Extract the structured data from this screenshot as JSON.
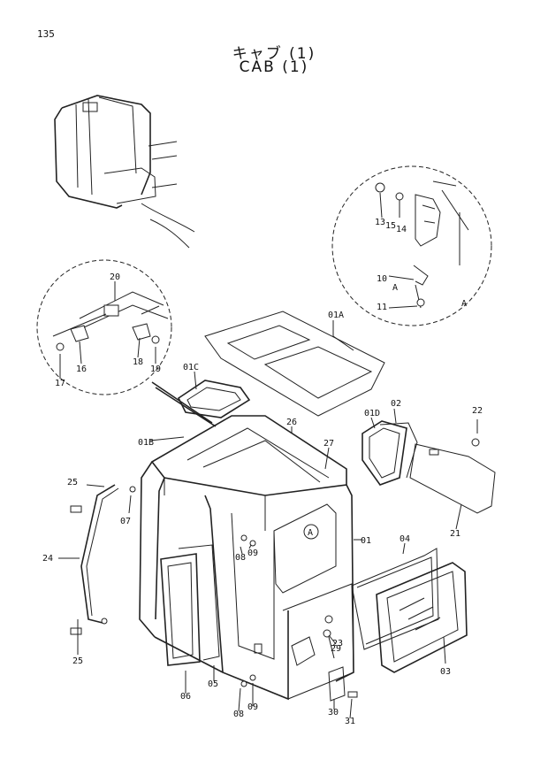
{
  "page_number": "135",
  "title_jp": "キャブ (1)",
  "title_en": "CAB (1)",
  "detail_a_letter": "A",
  "callouts": {
    "p01": "01",
    "p01A": "01A",
    "p01B": "01B",
    "p01C": "01C",
    "p01D": "01D",
    "p02": "02",
    "p03": "03",
    "p04": "04",
    "p05": "05",
    "p06": "06",
    "p07": "07",
    "p08a": "08",
    "p08b": "08",
    "p09a": "09",
    "p09b": "09",
    "p10": "10",
    "p11": "11",
    "p13": "13",
    "p14": "14",
    "p15": "15",
    "p16": "16",
    "p17": "17",
    "p18": "18",
    "p19": "19",
    "p20": "20",
    "p21": "21",
    "p22": "22",
    "p23": "23",
    "p24": "24",
    "p25a": "25",
    "p25b": "25",
    "p26": "26",
    "p27": "27",
    "p29": "29",
    "p30": "30",
    "p31": "31",
    "a_marker": "A",
    "a_ref": "A",
    "a_label10": "A"
  }
}
